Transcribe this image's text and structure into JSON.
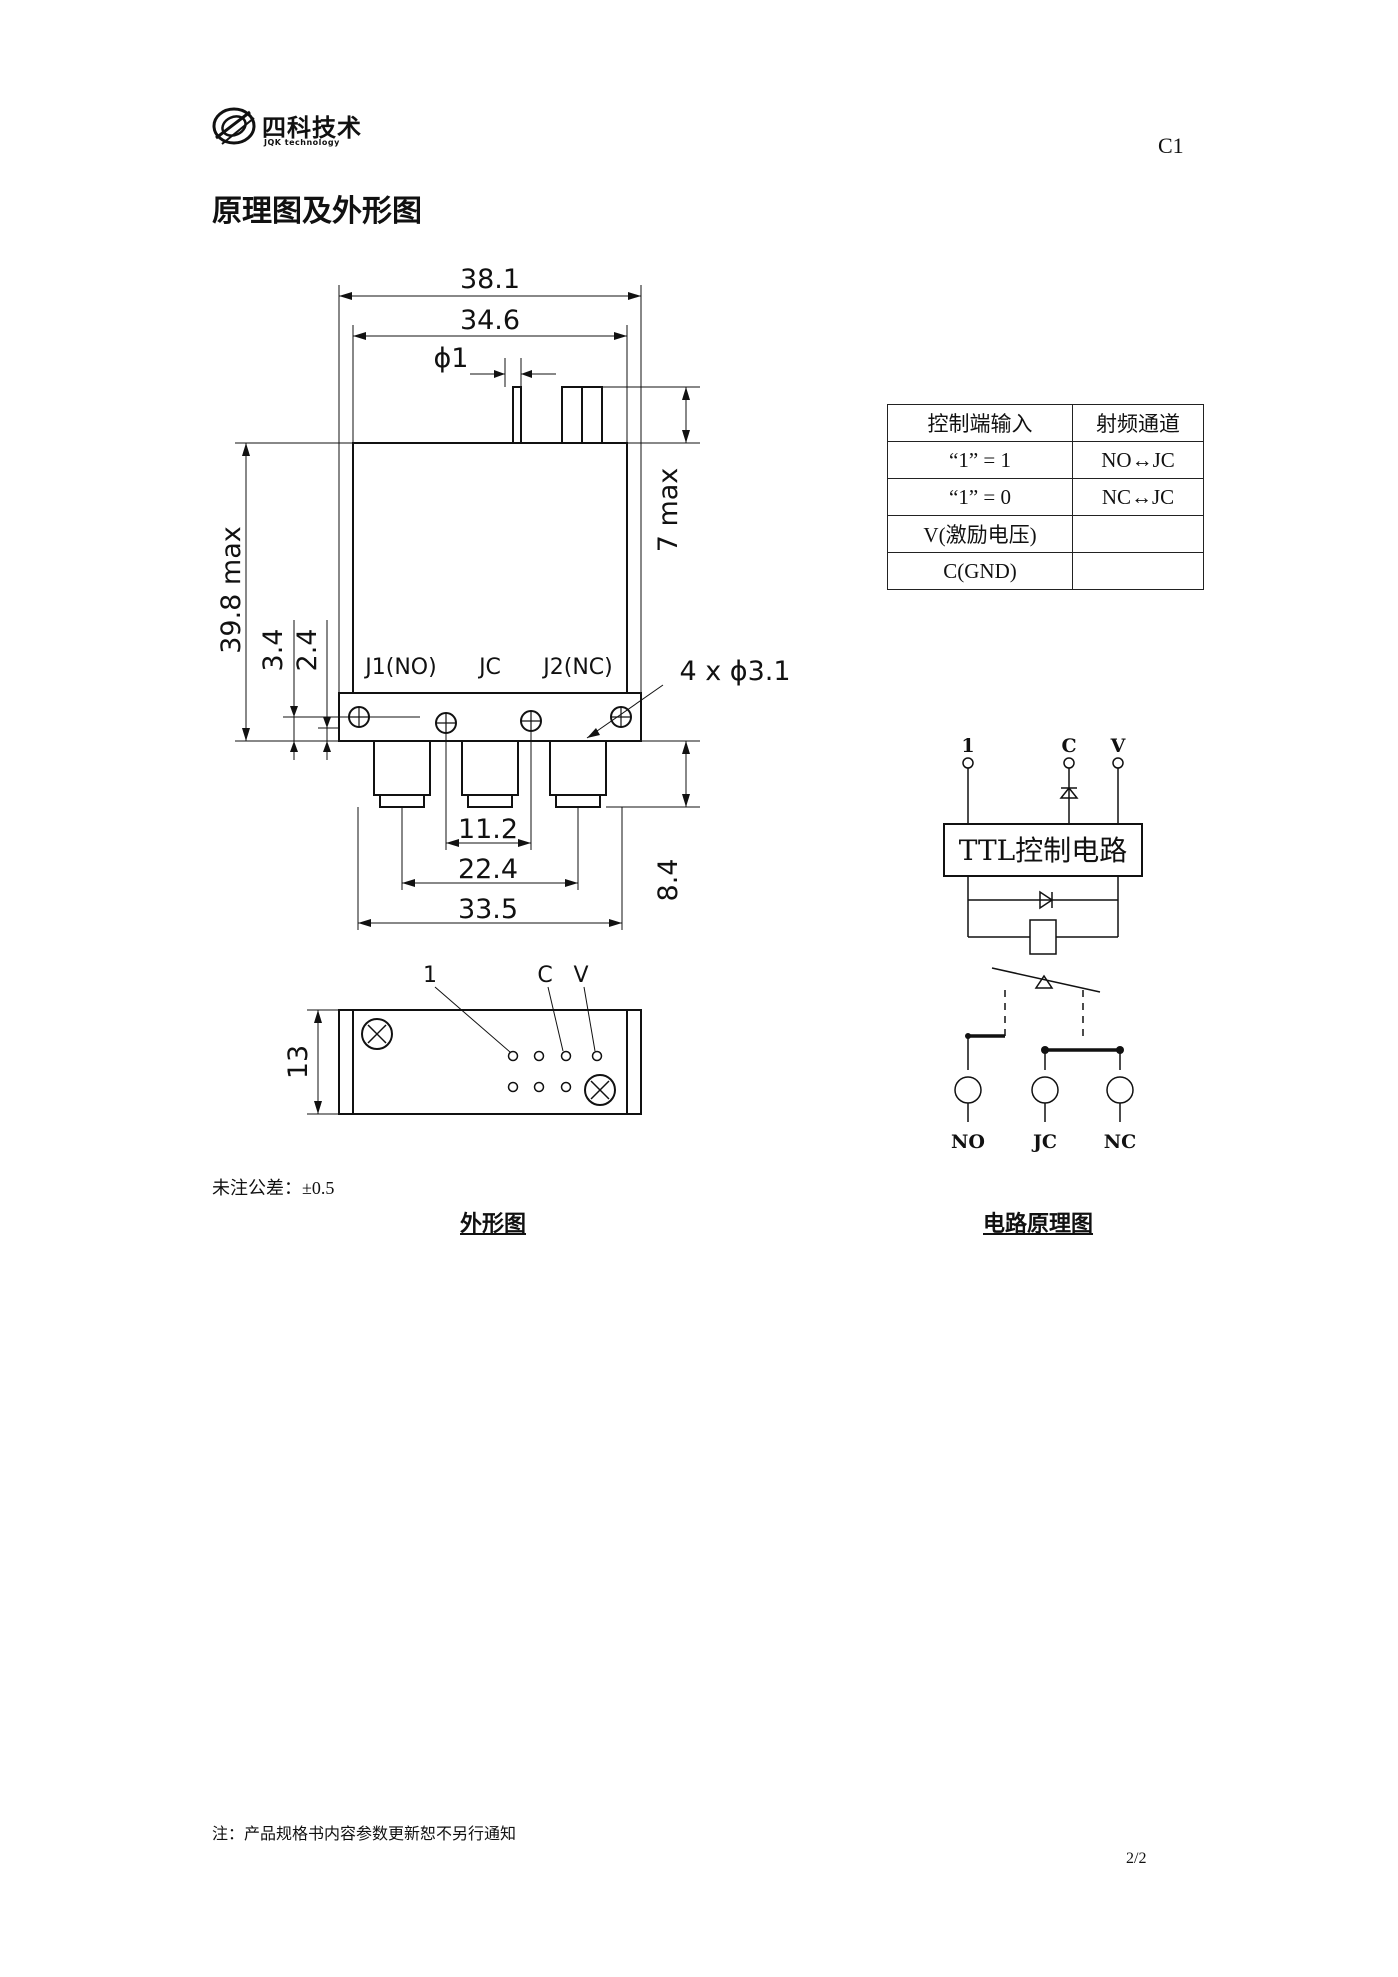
{
  "header": {
    "logo_cn": "四科技术",
    "logo_en": "JQK technology",
    "code": "C1"
  },
  "section_title": "原理图及外形图",
  "outline": {
    "dims": {
      "w_38_1": "38.1",
      "w_34_6": "34.6",
      "phi1": "ϕ1",
      "h_7max": "7 max",
      "h_39_8max": "39.8 max",
      "h_3_4": "3.4",
      "h_2_4": "2.4",
      "holes": "4 x ϕ3.1",
      "s_11_2": "11.2",
      "s_22_4": "22.4",
      "s_33_5": "33.5",
      "h_8_4": "8.4",
      "h_13": "13"
    },
    "ports": {
      "j1": "J1(NO)",
      "jc": "JC",
      "j2": "J2(NC)"
    },
    "pins": {
      "p1": "1",
      "pc": "C",
      "pv": "V"
    }
  },
  "control_table": {
    "headers": [
      "控制端输入",
      "射频通道"
    ],
    "rows": [
      [
        "“1” = 1",
        "NO↔JC"
      ],
      [
        "“1” = 0",
        "NC↔JC"
      ],
      [
        "V(激励电压)",
        ""
      ],
      [
        "C(GND)",
        ""
      ]
    ]
  },
  "schematic": {
    "pin_1": "1",
    "pin_c": "C",
    "pin_v": "V",
    "ttl_label": "TTL控制电路",
    "port_no": "NO",
    "port_jc": "JC",
    "port_nc": "NC"
  },
  "tolerance_note": "未注公差：±0.5",
  "captions": {
    "outline": "外形图",
    "circuit": "电路原理图"
  },
  "footer_note": "注：产品规格书内容参数更新恕不另行通知",
  "page_number": "2/2"
}
